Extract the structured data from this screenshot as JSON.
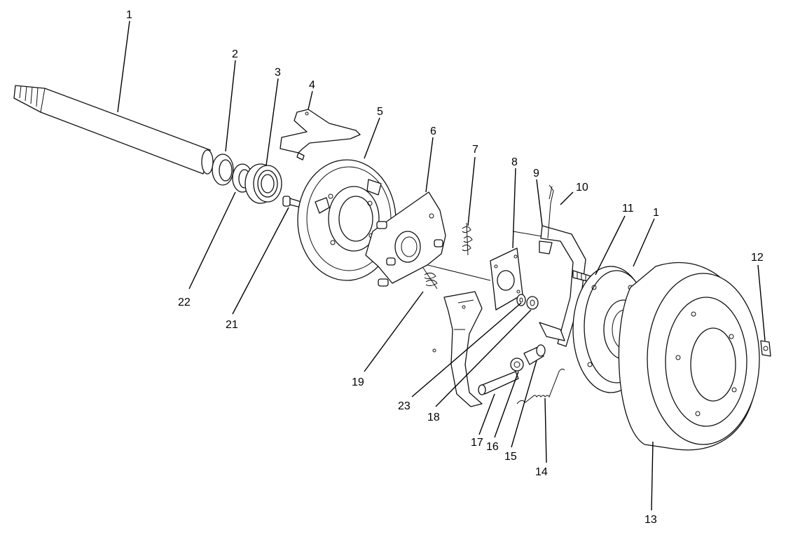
{
  "callouts": [
    {
      "id": "c1",
      "text": "1"
    },
    {
      "id": "c2",
      "text": "2"
    },
    {
      "id": "c3",
      "text": "3"
    },
    {
      "id": "c4",
      "text": "4"
    },
    {
      "id": "c5",
      "text": "5"
    },
    {
      "id": "c6",
      "text": "6"
    },
    {
      "id": "c7",
      "text": "7"
    },
    {
      "id": "c8",
      "text": "8"
    },
    {
      "id": "c9",
      "text": "9"
    },
    {
      "id": "c10",
      "text": "10"
    },
    {
      "id": "c11",
      "text": "11"
    },
    {
      "id": "c1b",
      "text": "1"
    },
    {
      "id": "c12",
      "text": "12"
    },
    {
      "id": "c13",
      "text": "13"
    },
    {
      "id": "c14",
      "text": "14"
    },
    {
      "id": "c15",
      "text": "15"
    },
    {
      "id": "c16",
      "text": "16"
    },
    {
      "id": "c17",
      "text": "17"
    },
    {
      "id": "c18",
      "text": "18"
    },
    {
      "id": "c19",
      "text": "19"
    },
    {
      "id": "c21",
      "text": "21"
    },
    {
      "id": "c22",
      "text": "22"
    },
    {
      "id": "c23",
      "text": "23"
    }
  ],
  "colors": {
    "line": "#111111",
    "background": "#ffffff"
  }
}
